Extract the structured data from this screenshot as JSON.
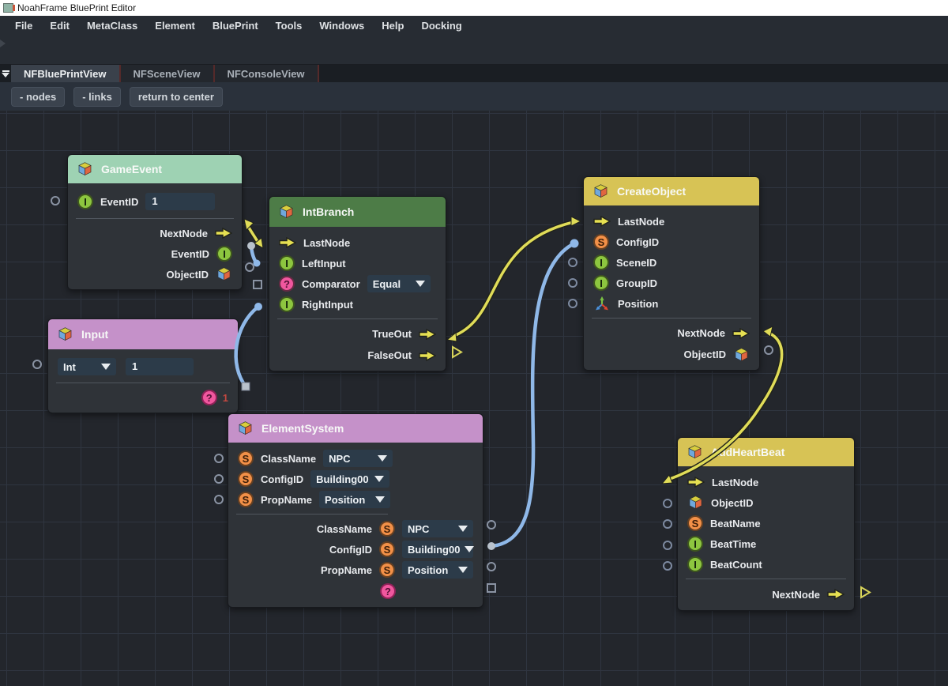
{
  "window": {
    "title": "NoahFrame BluePrint Editor"
  },
  "menu": {
    "items": [
      "File",
      "Edit",
      "MetaClass",
      "Element",
      "BluePrint",
      "Tools",
      "Windows",
      "Help",
      "Docking"
    ]
  },
  "tabbar": {
    "tabs": [
      "NFBluePrintView",
      "NFSceneView",
      "NFConsoleView"
    ],
    "active_tab": "NFBluePrintView"
  },
  "toolbar": {
    "nodes_label": "- nodes",
    "links_label": "- links",
    "center_label": "return to center"
  },
  "icons": {
    "int": "I",
    "string": "S",
    "unknown": "?"
  },
  "colors": {
    "header_mint": "#9ed2b3",
    "header_green": "#4d7c47",
    "header_pink": "#c591c9",
    "header_yellow": "#d7c355",
    "wire_flow": "#e6e052",
    "wire_data": "#8fb8e8",
    "pin_int": "#8dc63f",
    "pin_string": "#f29048",
    "pin_unknown": "#f0579e"
  },
  "nodes": [
    {
      "title": "GameEvent",
      "field": {
        "label": "EventID",
        "value": "1"
      },
      "outputs": [
        {
          "label": "NextNode"
        },
        {
          "label": "EventID"
        },
        {
          "label": "ObjectID"
        }
      ]
    },
    {
      "title": "IntBranch",
      "inputs": [
        {
          "label": "LastNode"
        },
        {
          "label": "LeftInput"
        },
        {
          "label": "Comparator",
          "value": "Equal"
        },
        {
          "label": "RightInput"
        }
      ],
      "outputs": [
        {
          "label": "TrueOut"
        },
        {
          "label": "FalseOut"
        }
      ]
    },
    {
      "title": "Input",
      "type_value": "Int",
      "value": "1",
      "error_count": "1"
    },
    {
      "title": "CreateObject",
      "inputs": [
        {
          "label": "LastNode"
        },
        {
          "label": "ConfigID"
        },
        {
          "label": "SceneID"
        },
        {
          "label": "GroupID"
        },
        {
          "label": "Position"
        }
      ],
      "outputs": [
        {
          "label": "NextNode"
        },
        {
          "label": "ObjectID"
        }
      ]
    },
    {
      "title": "ElementSystem",
      "inputs": [
        {
          "label": "ClassName",
          "value": "NPC"
        },
        {
          "label": "ConfigID",
          "value": "Building00"
        },
        {
          "label": "PropName",
          "value": "Position"
        }
      ],
      "outputs": [
        {
          "label": "ClassName",
          "value": "NPC"
        },
        {
          "label": "ConfigID",
          "value": "Building00"
        },
        {
          "label": "PropName",
          "value": "Position"
        }
      ]
    },
    {
      "title": "AddHeartBeat",
      "inputs": [
        {
          "label": "LastNode"
        },
        {
          "label": "ObjectID"
        },
        {
          "label": "BeatName"
        },
        {
          "label": "BeatTime"
        },
        {
          "label": "BeatCount"
        }
      ],
      "outputs": [
        {
          "label": "NextNode"
        }
      ]
    }
  ],
  "links": [
    {
      "from": "GameEvent.NextNode",
      "to": "IntBranch.LastNode",
      "kind": "flow"
    },
    {
      "from": "GameEvent.EventID",
      "to": "GameEvent.ObjectID-pin",
      "kind": "data"
    },
    {
      "from": "Input.value",
      "to": "IntBranch.RightInput",
      "kind": "data"
    },
    {
      "from": "IntBranch.TrueOut",
      "to": "CreateObject.LastNode",
      "kind": "flow"
    },
    {
      "from": "ElementSystem.ConfigID",
      "to": "CreateObject.ConfigID",
      "kind": "data"
    },
    {
      "from": "CreateObject.NextNode",
      "to": "AddHeartBeat.LastNode",
      "kind": "flow"
    }
  ]
}
